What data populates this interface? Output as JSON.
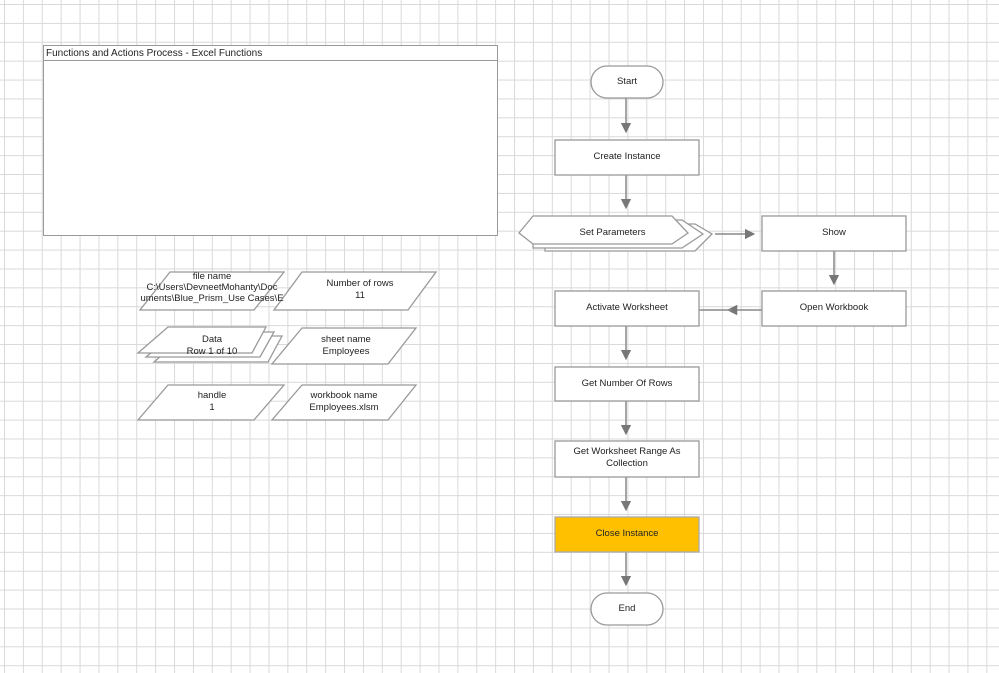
{
  "note": {
    "title": "Functions and Actions Process - Excel Functions"
  },
  "data_items": [
    {
      "name": "file name",
      "value": "C:\\Users\\DevneetMohanty\\Documents\\Blue_Prism_Use Cases\\E",
      "line1": "C:\\Users\\DevneetMohanty\\Doc",
      "line2": "uments\\Blue_Prism_Use Cases\\E"
    },
    {
      "name": "Number of rows",
      "value": "11"
    },
    {
      "name": "Data",
      "value": "Row 1 of 10"
    },
    {
      "name": "sheet name",
      "value": "Employees"
    },
    {
      "name": "handle",
      "value": "1"
    },
    {
      "name": "workbook name",
      "value": "Employees.xlsm"
    }
  ],
  "flow": {
    "start": "Start",
    "create_instance": "Create Instance",
    "set_parameters": "Set Parameters",
    "show": "Show",
    "open_workbook": "Open Workbook",
    "activate_worksheet": "Activate Worksheet",
    "get_number_of_rows": "Get Number Of Rows",
    "get_range_line1": "Get Worksheet Range As",
    "get_range_line2": "Collection",
    "close_instance": "Close Instance",
    "end": "End",
    "highlight_color": "#FFC000"
  }
}
